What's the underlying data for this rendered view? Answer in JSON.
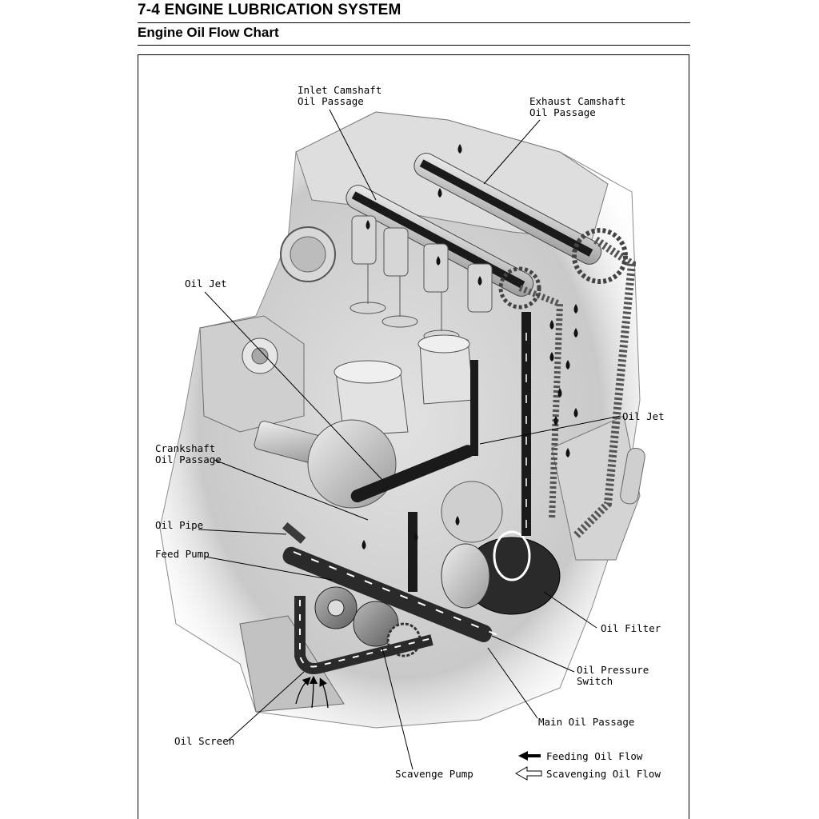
{
  "header": {
    "section_title": "7-4 ENGINE LUBRICATION SYSTEM",
    "page_title": "Engine Oil Flow Chart"
  },
  "labels": {
    "inlet_camshaft": [
      "Inlet Camshaft",
      "Oil Passage"
    ],
    "exhaust_camshaft": [
      "Exhaust Camshaft",
      "Oil Passage"
    ],
    "oil_jet_left": "Oil Jet",
    "oil_jet_right": "Oil Jet",
    "crankshaft": [
      "Crankshaft",
      "Oil Passage"
    ],
    "oil_pipe": "Oil Pipe",
    "feed_pump": "Feed Pump",
    "oil_filter": "Oil Filter",
    "oil_pressure_switch": [
      "Oil Pressure",
      "Switch"
    ],
    "main_oil_passage": "Main Oil Passage",
    "oil_screen": "Oil Screen",
    "scavenge_pump": "Scavenge Pump"
  },
  "legend": {
    "feeding": "Feeding Oil Flow",
    "scavenging": "Scavenging Oil Flow"
  }
}
